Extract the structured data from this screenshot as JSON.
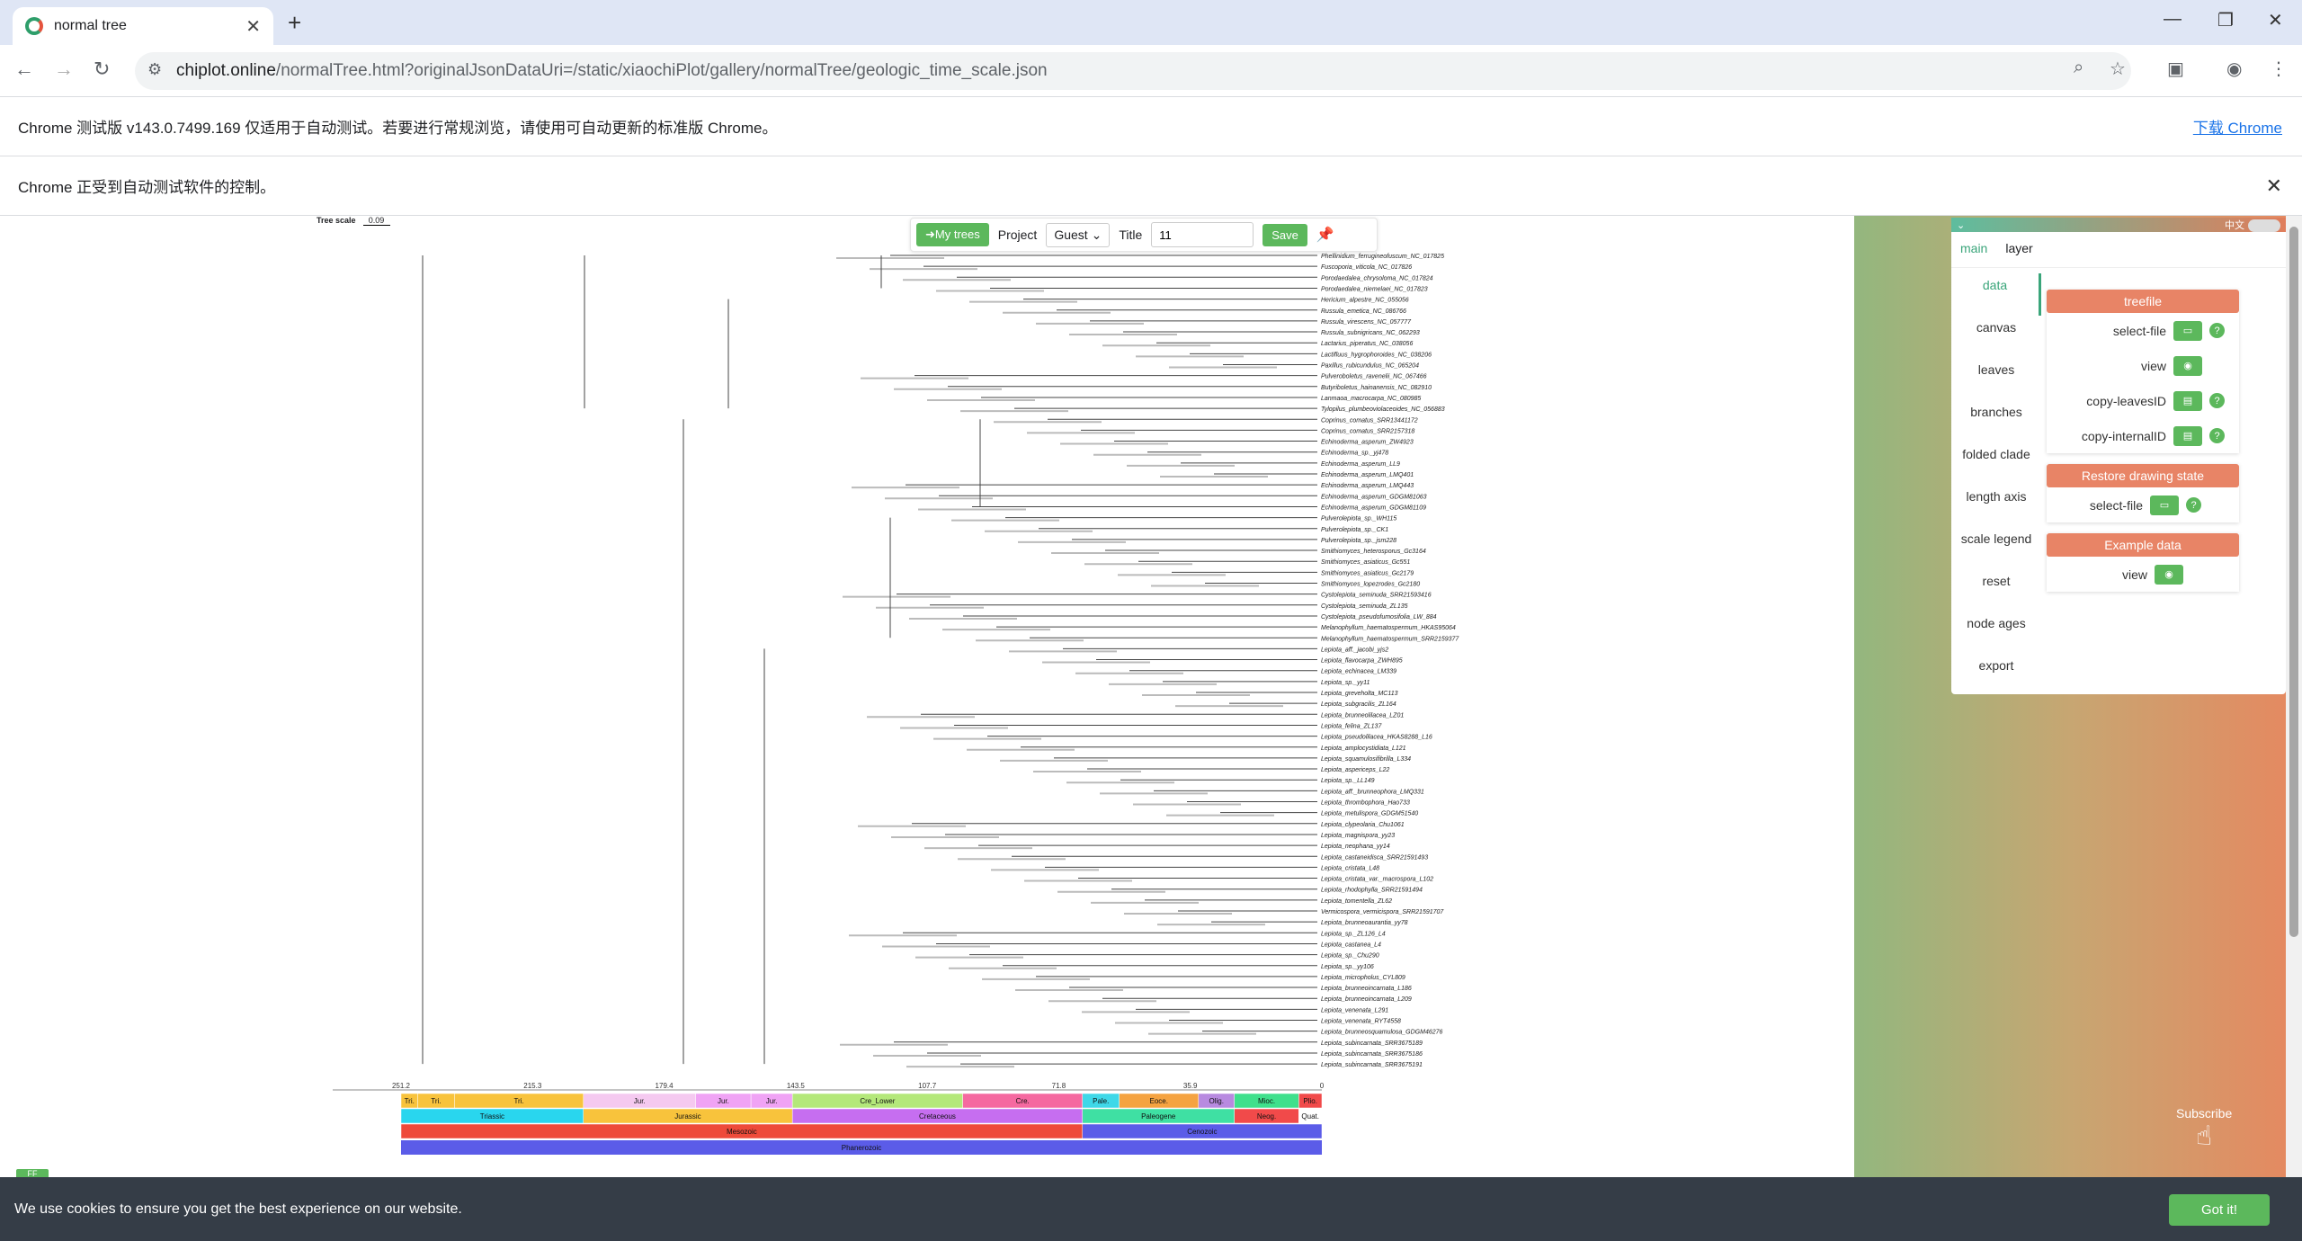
{
  "browser": {
    "tab_title": "normal tree",
    "url_host": "chiplot.online",
    "url_path": "/normalTree.html?originalJsonDataUri=/static/xiaochiPlot/gallery/normalTree/geologic_time_scale.json"
  },
  "infobars": {
    "beta_notice": "Chrome 测试版 v143.0.7499.169 仅适用于自动测试。若要进行常规浏览，请使用可自动更新的标准版 Chrome。",
    "download_link": "下载 Chrome",
    "automation_notice": "Chrome 正受到自动测试软件的控制。"
  },
  "controls": {
    "my_trees": "My trees",
    "project_label": "Project",
    "project_value": "Guest",
    "title_label": "Title",
    "title_value": "11",
    "save": "Save"
  },
  "tree_scale": {
    "label": "Tree scale",
    "value": "0.09"
  },
  "tree": {
    "leaves": [
      "Phellinidium_ferrugineofuscum_NC_017825",
      "Fuscoporia_viticola_NC_017826",
      "Porodaedalea_chrysoloma_NC_017824",
      "Porodaedalea_niemelaei_NC_017823",
      "Hericium_alpestre_NC_055056",
      "Russula_emetica_NC_086766",
      "Russula_virescens_NC_057777",
      "Russula_subnigricans_NC_062293",
      "Lactarius_piperatus_NC_038056",
      "Lactifluus_hygrophoroides_NC_038206",
      "Paxillus_rubicundulus_NC_065204",
      "Pulveroboletus_ravenelii_NC_067466",
      "Butyriboletus_hainanensis_NC_082910",
      "Lanmaoa_macrocarpa_NC_080985",
      "Tylopilus_plumbeoviolaceoides_NC_056883",
      "Coprinus_comatus_SRR13441172",
      "Coprinus_comatus_SRR2157318",
      "Echinoderma_asperum_ZW4923",
      "Echinoderma_sp._yj478",
      "Echinoderma_asperum_LL9",
      "Echinoderma_asperum_LMQ401",
      "Echinoderma_asperum_LMQ443",
      "Echinoderma_asperum_GDGM81063",
      "Echinoderma_asperum_GDGM81109",
      "Pulverolepiota_sp._WH115",
      "Pulverolepiota_sp._CK1",
      "Pulverolepiota_sp._jsm228",
      "Smithiomyces_heterosporus_Gc3164",
      "Smithiomyces_asiaticus_Gc551",
      "Smithiomyces_asiaticus_Gc2179",
      "Smithiomyces_lopezrodes_Gc2180",
      "Cystolepiota_seminuda_SRR21593416",
      "Cystolepiota_seminuda_ZL135",
      "Cystolepiota_pseudofumosifolia_LW_884",
      "Melanophyllum_haematospermum_HKAS95064",
      "Melanophyllum_haematospermum_SRR2159377",
      "Lepiota_aff._jacobi_yjs2",
      "Lepiota_flavocarpa_ZWH895",
      "Lepiota_echinacea_LM339",
      "Lepiota_sp._yy11",
      "Lepiota_greveholta_MC113",
      "Lepiota_subgracilis_ZL164",
      "Lepiota_brunneolilacea_LZ01",
      "Lepiota_felina_ZL137",
      "Lepiota_pseudolilacea_HKAS8288_L16",
      "Lepiota_amplocystidiata_L121",
      "Lepiota_squamulosifibrilla_L334",
      "Lepiota_aspericeps_L22",
      "Lepiota_sp._LL149",
      "Lepiota_aff._brunneophora_LMQ331",
      "Lepiota_thrombophora_Hao733",
      "Lepiota_metulispora_GDGM51540",
      "Lepiota_clypeolaria_Chu1061",
      "Lepiota_magnispora_yy23",
      "Lepiota_neophana_yy14",
      "Lepiota_castaneidisca_SRR21591493",
      "Lepiota_cristata_L48",
      "Lepiota_cristata_var._macrospora_L102",
      "Lepiota_rhodophylla_SRR21591494",
      "Lepiota_tomentella_ZL62",
      "Vermicospora_vermicispora_SRR21591707",
      "Lepiota_brunneoaurantia_yy78",
      "Lepiota_sp._ZL126_L4",
      "Lepiota_castanea_L4",
      "Lepiota_sp._Chu290",
      "Lepiota_sp._yy106",
      "Lepiota_micropholus_CYL809",
      "Lepiota_brunneoincarnata_L186",
      "Lepiota_brunneoincarnata_L209",
      "Lepiota_venenata_L291",
      "Lepiota_venenata_RYT4558",
      "Lepiota_brunneosquamulosa_GDGM46276",
      "Lepiota_subincarnata_SRR3675189",
      "Lepiota_subincarnata_SRR3675186",
      "Lepiota_subincarnata_SRR3675191"
    ]
  },
  "time_axis": {
    "ticks": [
      "251.2",
      "215.3",
      "179.4",
      "143.5",
      "107.7",
      "71.8",
      "35.9",
      "0"
    ],
    "periods_row1": [
      "Tri.",
      "Tri.",
      "Tri.",
      "Jur.",
      "Jur.",
      "Jur.",
      "Cre_Lower",
      "Cre.",
      "Pale.",
      "Eoce.",
      "Olig.",
      "Mioc.",
      "Plio."
    ],
    "periods_row2": [
      "Triassic",
      "Jurassic",
      "Cretaceous",
      "Paleogene",
      "Neog.",
      "Quat."
    ],
    "periods_row3": [
      "Mesozoic",
      "Cenozoic"
    ],
    "periods_row4": [
      "Phanerozoic"
    ],
    "colors": {
      "tri": "#f8c33c",
      "tri_mid": "#f5c9f0",
      "jur": "#f0a3f5",
      "cre_lower": "#b4e87a",
      "cre": "#f569a0",
      "pale": "#3fd8e8",
      "eoce": "#f5a341",
      "olig": "#b88ae0",
      "mioc": "#3fe08c",
      "plio": "#f14a4a",
      "triassic": "#29d6ee",
      "jurassic": "#f8c33c",
      "cretaceous": "#c66ef0",
      "paleogene": "#3fe0a3",
      "neog": "#f14a4a",
      "mesozoic": "#ee4a3a",
      "cenozoic": "#5b5ce8",
      "phanerozoic": "#5b5ce8"
    }
  },
  "panel": {
    "lang": "中文",
    "tabs": [
      "main",
      "layer"
    ],
    "side_items": [
      "data",
      "canvas",
      "leaves",
      "branches",
      "folded clade",
      "length axis",
      "scale legend",
      "reset",
      "node ages",
      "export"
    ],
    "treefile_title": "treefile",
    "treefile_rows": [
      "select-file",
      "view",
      "copy-leavesID",
      "copy-internalID"
    ],
    "restore_title": "Restore drawing state",
    "restore_rows": [
      "select-file"
    ],
    "example_title": "Example data",
    "example_rows": [
      "view"
    ],
    "subscribe": "Subscribe"
  },
  "cookie": {
    "text": "We use cookies to ensure you get the best experience on our website.",
    "button": "Got it!"
  },
  "small_badge": "FF"
}
